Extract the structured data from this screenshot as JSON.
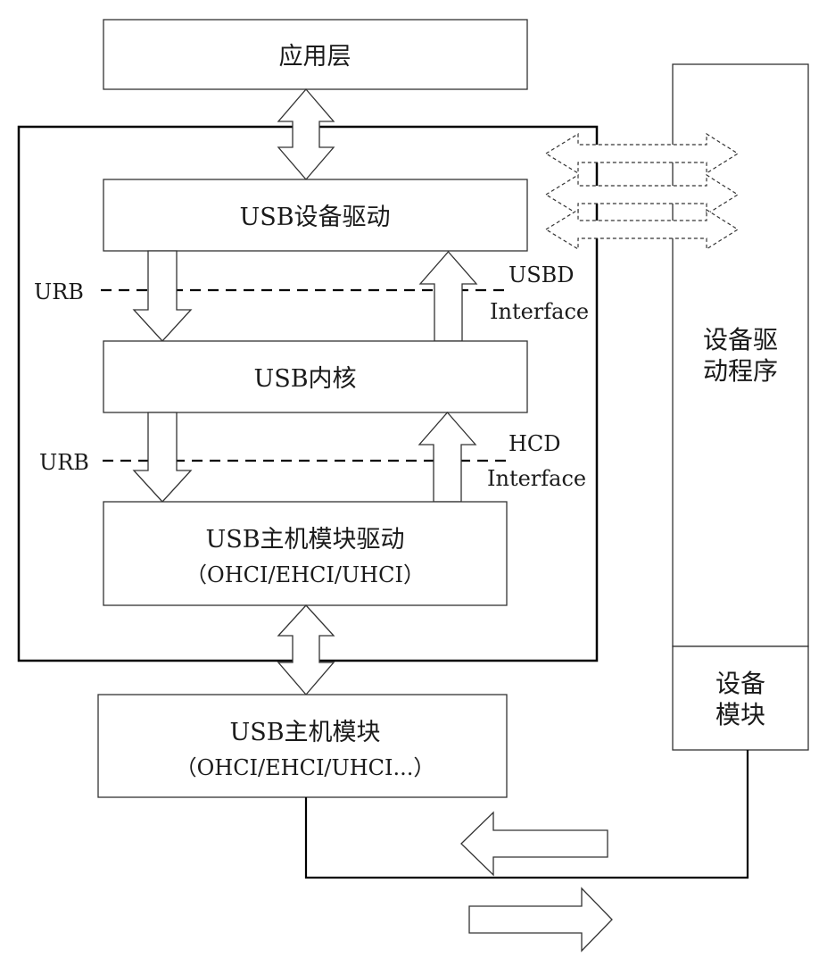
{
  "application_layer": "应用层",
  "usb_device_driver": "USB设备驱动",
  "usb_core": "USB内核",
  "host_module_driver": {
    "line1": "USB主机模块驱动",
    "line2": "（OHCI/EHCI/UHCI）"
  },
  "host_module": {
    "line1": "USB主机模块",
    "line2": "（OHCI/EHCI/UHCI...）"
  },
  "device_driver_program": {
    "line1": "设备驱",
    "line2": "动程序"
  },
  "device_module": {
    "line1": "设备",
    "line2": "模块"
  },
  "urb_label_top": "URB",
  "urb_label_bottom": "URB",
  "usbd_interface": {
    "line1": "USBD",
    "line2": "Interface"
  },
  "hcd_interface": {
    "line1": "HCD",
    "line2": "Interface"
  }
}
